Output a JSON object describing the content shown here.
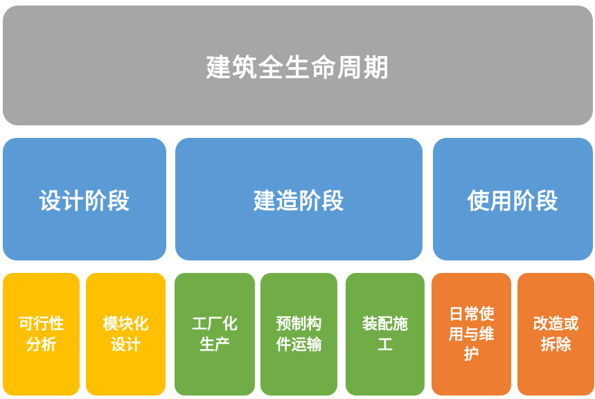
{
  "title": {
    "label": "建筑全生命周期"
  },
  "phases": [
    {
      "id": "design",
      "label": "设计阶段"
    },
    {
      "id": "construction",
      "label": "建造阶段"
    },
    {
      "id": "use",
      "label": "使用阶段"
    }
  ],
  "sub_stages": [
    {
      "phase": "design",
      "label": "可行性分析"
    },
    {
      "phase": "design",
      "label": "模块化设计"
    },
    {
      "phase": "construction",
      "label": "工厂化生产"
    },
    {
      "phase": "construction",
      "label": "预制构件运输"
    },
    {
      "phase": "construction",
      "label": "装配施工"
    },
    {
      "phase": "use",
      "label": "日常使用与维护"
    },
    {
      "phase": "use",
      "label": "改造或拆除"
    }
  ],
  "colors": {
    "title_box": "#A6A6A6",
    "phase_box": "#5B9BD5",
    "design_sub": "#FFC000",
    "construction_sub": "#70AD47",
    "use_sub": "#ED7D31",
    "text": "#FFFFFF",
    "background": "#FFFFFF"
  }
}
